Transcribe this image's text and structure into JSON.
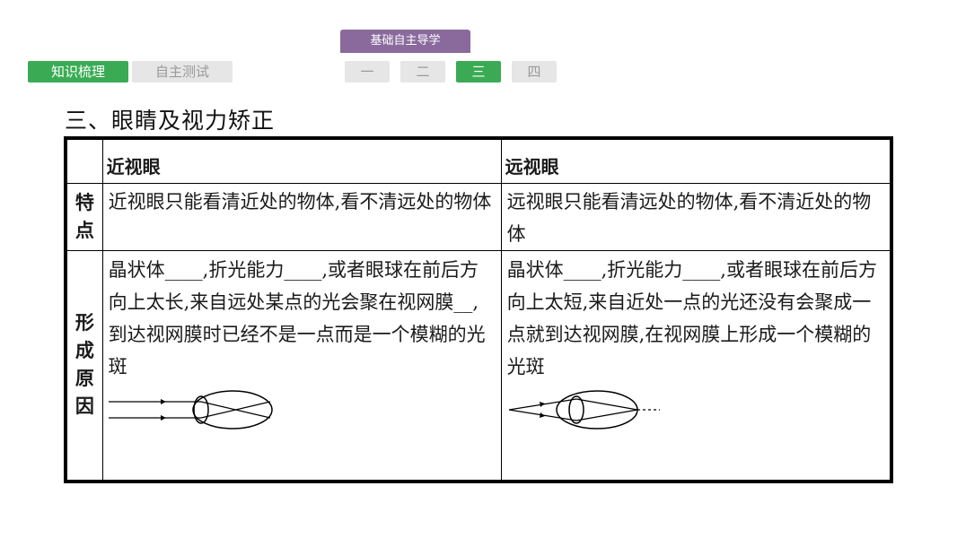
{
  "header": {
    "section_tab": "基础自主导学",
    "left_tabs": [
      "知识梳理",
      "自主测试"
    ],
    "num_tabs": [
      "一",
      "二",
      "三",
      "四"
    ]
  },
  "title": "三、眼睛及视力矫正",
  "table": {
    "col_headers": [
      "近视眼",
      "远视眼"
    ],
    "rows": [
      {
        "label": "特点",
        "cells": [
          "近视眼只能看清近处的物体,看不清远处的物体",
          "远视眼只能看清远处的物体,看不清近处的物体"
        ]
      },
      {
        "label": "形成原因",
        "cells": [
          "晶状体____,折光能力____,或者眼球在前后方向上太长,来自远处某点的光会聚在视网膜__,到达视网膜时已经不是一点而是一个模糊的光斑",
          "晶状体____,折光能力____,或者眼球在前后方向上太短,来自近处一点的光还没有会聚成一点就到达视网膜,在视网膜上形成一个模糊的光斑"
        ]
      }
    ]
  },
  "colors": {
    "active_tab": "#3aab54",
    "section_tab": "#8a6a9d",
    "inactive_tab": "#e6e6e6"
  }
}
